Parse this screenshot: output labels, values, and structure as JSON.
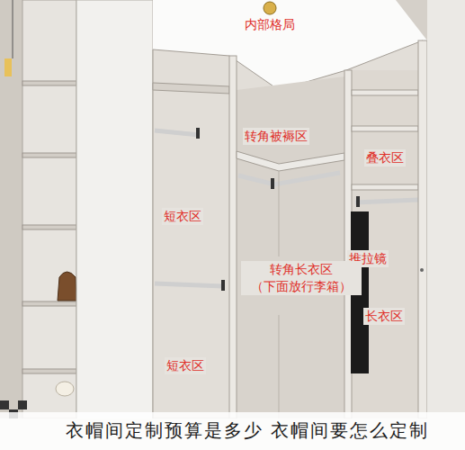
{
  "diagram": {
    "title": "内部格局",
    "caption": "衣帽间定制预算是多少 衣帽间要怎么定制",
    "labels": [
      "转角被褥区",
      "叠衣区",
      "短衣区",
      "推拉镜",
      "转角长衣区 （下面放行李箱）",
      "长衣区",
      "短衣区"
    ]
  }
}
